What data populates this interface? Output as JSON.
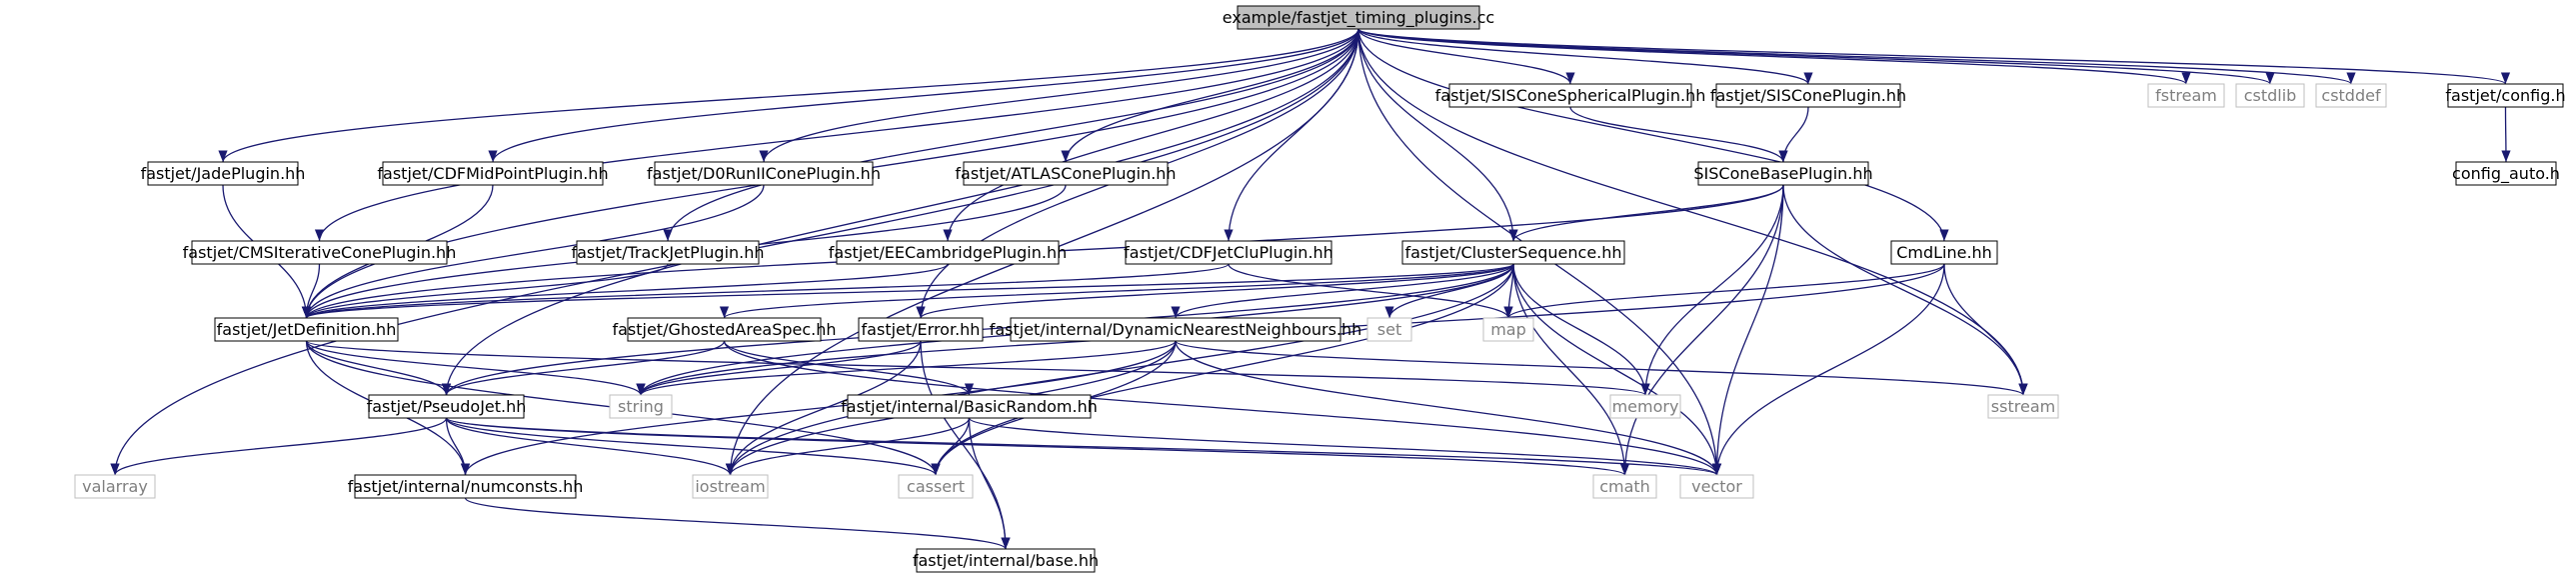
{
  "colors": {
    "edge": "#191970",
    "root_fill": "#bfbfbf",
    "local_border": "#000000",
    "std_border": "#bfbfbf",
    "std_text": "#7f7f7f",
    "background": "#ffffff"
  },
  "nodes": [
    {
      "id": "root",
      "label": "example/fastjet_timing_plugins.cc",
      "kind": "root"
    },
    {
      "id": "jade",
      "label": "fastjet/JadePlugin.hh",
      "kind": "local"
    },
    {
      "id": "cdfmid",
      "label": "fastjet/CDFMidPointPlugin.hh",
      "kind": "local"
    },
    {
      "id": "d0run",
      "label": "fastjet/D0RunIIConePlugin.hh",
      "kind": "local"
    },
    {
      "id": "atlas",
      "label": "fastjet/ATLASConePlugin.hh",
      "kind": "local"
    },
    {
      "id": "cms",
      "label": "fastjet/CMSIterativeConePlugin.hh",
      "kind": "local"
    },
    {
      "id": "trackjet",
      "label": "fastjet/TrackJetPlugin.hh",
      "kind": "local"
    },
    {
      "id": "eecam",
      "label": "fastjet/EECambridgePlugin.hh",
      "kind": "local"
    },
    {
      "id": "cdfjetclu",
      "label": "fastjet/CDFJetCluPlugin.hh",
      "kind": "local"
    },
    {
      "id": "clusterseq",
      "label": "fastjet/ClusterSequence.hh",
      "kind": "local"
    },
    {
      "id": "siscsph",
      "label": "fastjet/SISConeSphericalPlugin.hh",
      "kind": "local"
    },
    {
      "id": "siscone",
      "label": "fastjet/SISConePlugin.hh",
      "kind": "local"
    },
    {
      "id": "sisbase",
      "label": "SISConeBasePlugin.hh",
      "kind": "local"
    },
    {
      "id": "cmdline",
      "label": "CmdLine.hh",
      "kind": "local"
    },
    {
      "id": "fstream",
      "label": "fstream",
      "kind": "std"
    },
    {
      "id": "cstdlib",
      "label": "cstdlib",
      "kind": "std"
    },
    {
      "id": "cstddef",
      "label": "cstddef",
      "kind": "std"
    },
    {
      "id": "config",
      "label": "fastjet/config.h",
      "kind": "local"
    },
    {
      "id": "configauto",
      "label": "config_auto.h",
      "kind": "local"
    },
    {
      "id": "jetdef",
      "label": "fastjet/JetDefinition.hh",
      "kind": "local"
    },
    {
      "id": "ghosted",
      "label": "fastjet/GhostedAreaSpec.hh",
      "kind": "local"
    },
    {
      "id": "error",
      "label": "fastjet/Error.hh",
      "kind": "local"
    },
    {
      "id": "dnn",
      "label": "fastjet/internal/DynamicNearestNeighbours.hh",
      "kind": "local"
    },
    {
      "id": "set",
      "label": "set",
      "kind": "std"
    },
    {
      "id": "map",
      "label": "map",
      "kind": "std"
    },
    {
      "id": "pseudojet",
      "label": "fastjet/PseudoJet.hh",
      "kind": "local"
    },
    {
      "id": "string",
      "label": "string",
      "kind": "std"
    },
    {
      "id": "basicrandom",
      "label": "fastjet/internal/BasicRandom.hh",
      "kind": "local"
    },
    {
      "id": "memory",
      "label": "memory",
      "kind": "std"
    },
    {
      "id": "sstream",
      "label": "sstream",
      "kind": "std"
    },
    {
      "id": "valarray",
      "label": "valarray",
      "kind": "std"
    },
    {
      "id": "numconsts",
      "label": "fastjet/internal/numconsts.hh",
      "kind": "local"
    },
    {
      "id": "iostream",
      "label": "iostream",
      "kind": "std"
    },
    {
      "id": "cassert",
      "label": "cassert",
      "kind": "std"
    },
    {
      "id": "cmath",
      "label": "cmath",
      "kind": "std"
    },
    {
      "id": "vector",
      "label": "vector",
      "kind": "std"
    },
    {
      "id": "base",
      "label": "fastjet/internal/base.hh",
      "kind": "local"
    }
  ],
  "edges": [
    [
      "root",
      "jade"
    ],
    [
      "root",
      "cdfmid"
    ],
    [
      "root",
      "d0run"
    ],
    [
      "root",
      "atlas"
    ],
    [
      "root",
      "cms"
    ],
    [
      "root",
      "trackjet"
    ],
    [
      "root",
      "eecam"
    ],
    [
      "root",
      "cdfjetclu"
    ],
    [
      "root",
      "clusterseq"
    ],
    [
      "root",
      "siscsph"
    ],
    [
      "root",
      "siscone"
    ],
    [
      "root",
      "cmdline"
    ],
    [
      "root",
      "fstream"
    ],
    [
      "root",
      "cstdlib"
    ],
    [
      "root",
      "cstddef"
    ],
    [
      "root",
      "config"
    ],
    [
      "root",
      "jetdef"
    ],
    [
      "root",
      "pseudojet"
    ],
    [
      "root",
      "valarray"
    ],
    [
      "root",
      "iostream"
    ],
    [
      "root",
      "sstream"
    ],
    [
      "root",
      "vector"
    ],
    [
      "root",
      "error"
    ],
    [
      "config",
      "configauto"
    ],
    [
      "siscsph",
      "sisbase"
    ],
    [
      "siscone",
      "sisbase"
    ],
    [
      "sisbase",
      "jetdef"
    ],
    [
      "sisbase",
      "clusterseq"
    ],
    [
      "sisbase",
      "memory"
    ],
    [
      "sisbase",
      "sstream"
    ],
    [
      "sisbase",
      "cmath"
    ],
    [
      "sisbase",
      "vector"
    ],
    [
      "jade",
      "jetdef"
    ],
    [
      "cdfmid",
      "jetdef"
    ],
    [
      "d0run",
      "jetdef"
    ],
    [
      "atlas",
      "jetdef"
    ],
    [
      "cms",
      "jetdef"
    ],
    [
      "trackjet",
      "jetdef"
    ],
    [
      "eecam",
      "jetdef"
    ],
    [
      "cdfjetclu",
      "jetdef"
    ],
    [
      "cdfjetclu",
      "map"
    ],
    [
      "clusterseq",
      "jetdef"
    ],
    [
      "clusterseq",
      "pseudojet"
    ],
    [
      "clusterseq",
      "ghosted"
    ],
    [
      "clusterseq",
      "error"
    ],
    [
      "clusterseq",
      "dnn"
    ],
    [
      "clusterseq",
      "set"
    ],
    [
      "clusterseq",
      "map"
    ],
    [
      "clusterseq",
      "memory"
    ],
    [
      "clusterseq",
      "cmath"
    ],
    [
      "clusterseq",
      "vector"
    ],
    [
      "clusterseq",
      "cassert"
    ],
    [
      "clusterseq",
      "string"
    ],
    [
      "clusterseq",
      "iostream"
    ],
    [
      "cmdline",
      "map"
    ],
    [
      "cmdline",
      "string"
    ],
    [
      "cmdline",
      "vector"
    ],
    [
      "cmdline",
      "sstream"
    ],
    [
      "jetdef",
      "pseudojet"
    ],
    [
      "jetdef",
      "string"
    ],
    [
      "jetdef",
      "memory"
    ],
    [
      "jetdef",
      "cassert"
    ],
    [
      "jetdef",
      "numconsts"
    ],
    [
      "ghosted",
      "pseudojet"
    ],
    [
      "ghosted",
      "basicrandom"
    ],
    [
      "ghosted",
      "vector"
    ],
    [
      "error",
      "string"
    ],
    [
      "error",
      "iostream"
    ],
    [
      "error",
      "base"
    ],
    [
      "dnn",
      "string"
    ],
    [
      "dnn",
      "numconsts"
    ],
    [
      "dnn",
      "iostream"
    ],
    [
      "dnn",
      "cassert"
    ],
    [
      "dnn",
      "vector"
    ],
    [
      "dnn",
      "sstream"
    ],
    [
      "pseudojet",
      "valarray"
    ],
    [
      "pseudojet",
      "numconsts"
    ],
    [
      "pseudojet",
      "iostream"
    ],
    [
      "pseudojet",
      "cassert"
    ],
    [
      "pseudojet",
      "cmath"
    ],
    [
      "pseudojet",
      "vector"
    ],
    [
      "basicrandom",
      "iostream"
    ],
    [
      "basicrandom",
      "cassert"
    ],
    [
      "basicrandom",
      "vector"
    ],
    [
      "basicrandom",
      "base"
    ],
    [
      "numconsts",
      "base"
    ]
  ]
}
